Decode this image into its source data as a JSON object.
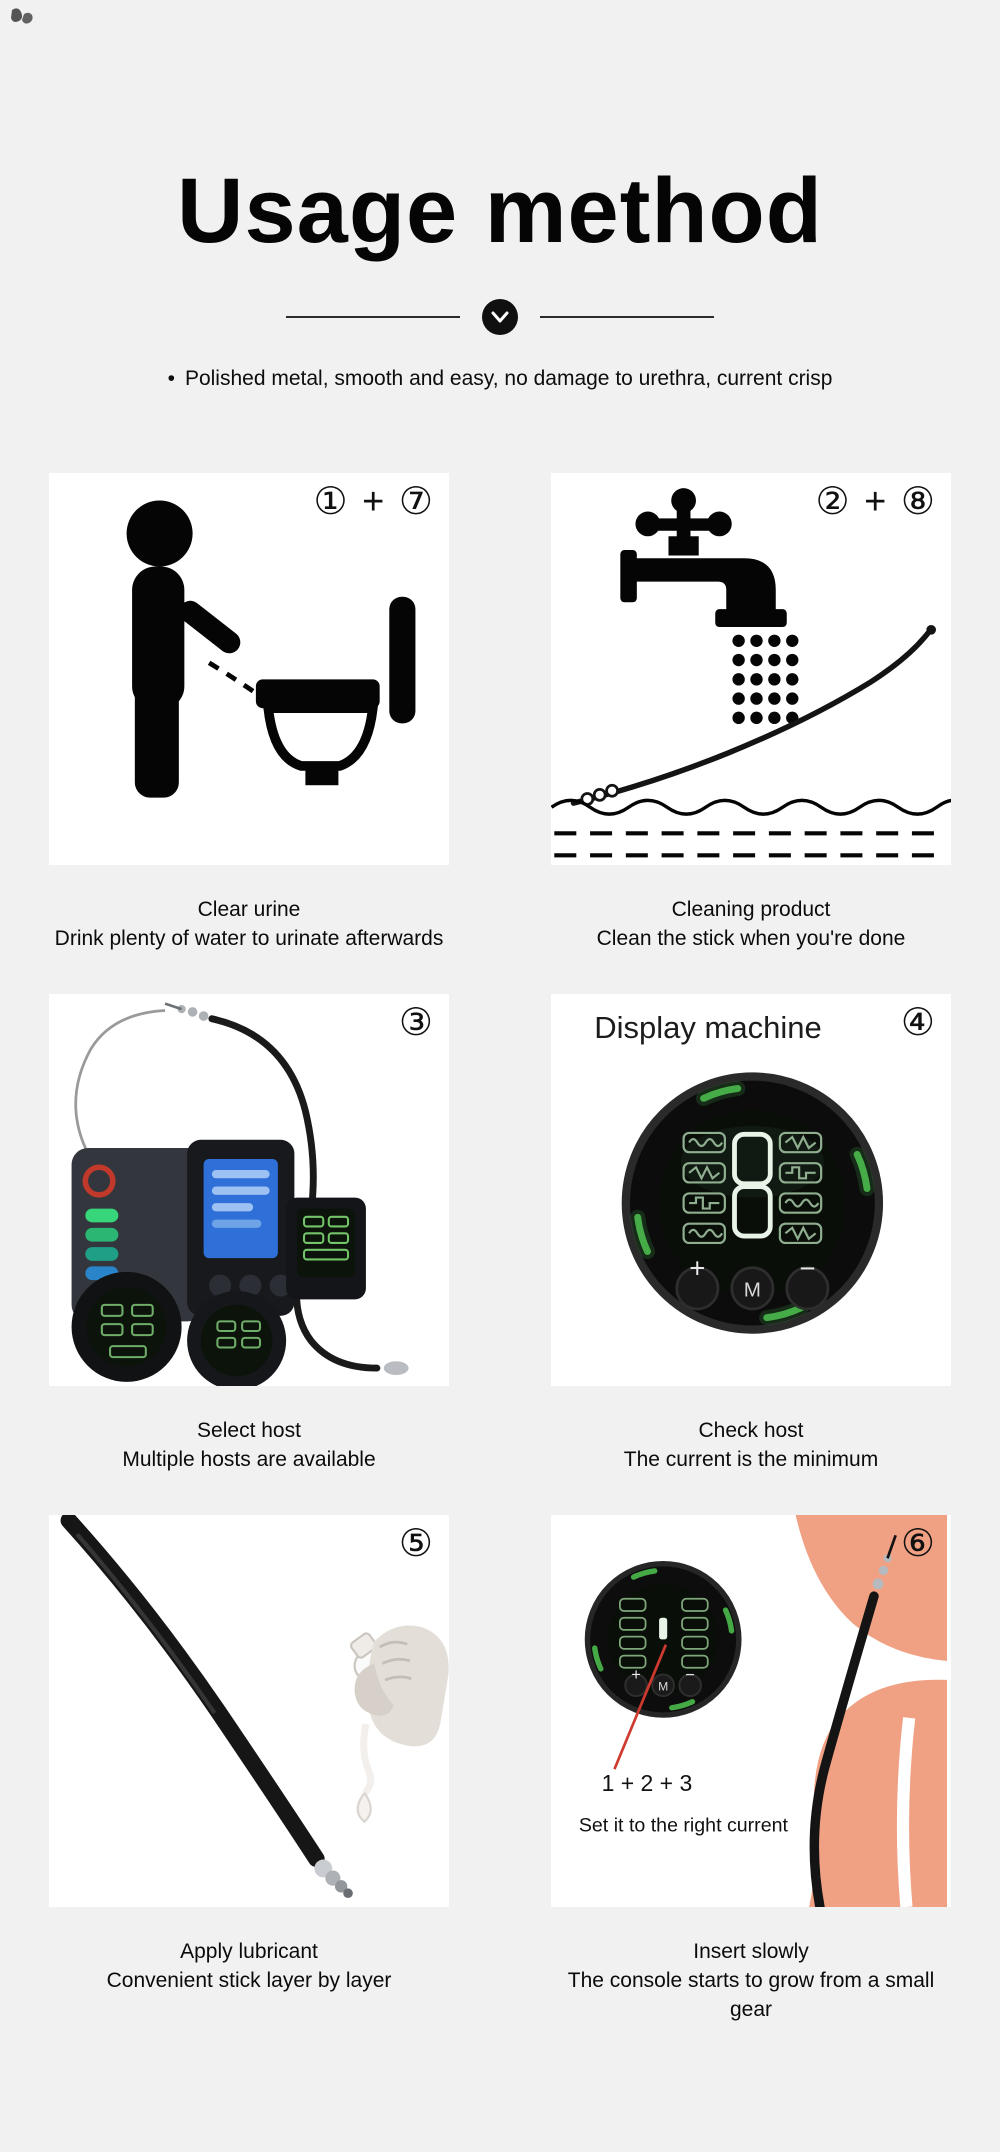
{
  "page": {
    "title": "Usage method",
    "bullet_marker": "•",
    "bullet": "Polished metal, smooth and easy, no damage to urethra, current crisp"
  },
  "panels": [
    {
      "badge": "① + ⑦",
      "caption1": "Clear urine",
      "caption2": "Drink plenty of water to urinate afterwards"
    },
    {
      "badge": "② + ⑧",
      "caption1": "Cleaning product",
      "caption2": "Clean the stick when you're done"
    },
    {
      "badge": "③",
      "caption1": "Select host",
      "caption2": "Multiple hosts are available"
    },
    {
      "badge": "④",
      "panel_title": "Display machine",
      "caption1": "Check host",
      "caption2": "The current is the minimum"
    },
    {
      "badge": "⑤",
      "caption1": "Apply lubricant",
      "caption2": "Convenient stick layer by layer"
    },
    {
      "badge": "⑥",
      "annotation": "1 + 2 + 3",
      "note": "Set it to the right current",
      "caption1": "Insert slowly",
      "caption2": "The console starts to grow from a small gear"
    }
  ],
  "device_labels": {
    "plus": "+",
    "mode": "M",
    "minus": "−"
  },
  "colors": {
    "background": "#f1f1f1",
    "panel": "#ffffff",
    "ink": "#050505",
    "green_glow": "#49b34a",
    "screen": "#0a0e09",
    "skin": "#f1a183",
    "red_line": "#cf3a30",
    "blue_screen": "#2e6fd8"
  }
}
